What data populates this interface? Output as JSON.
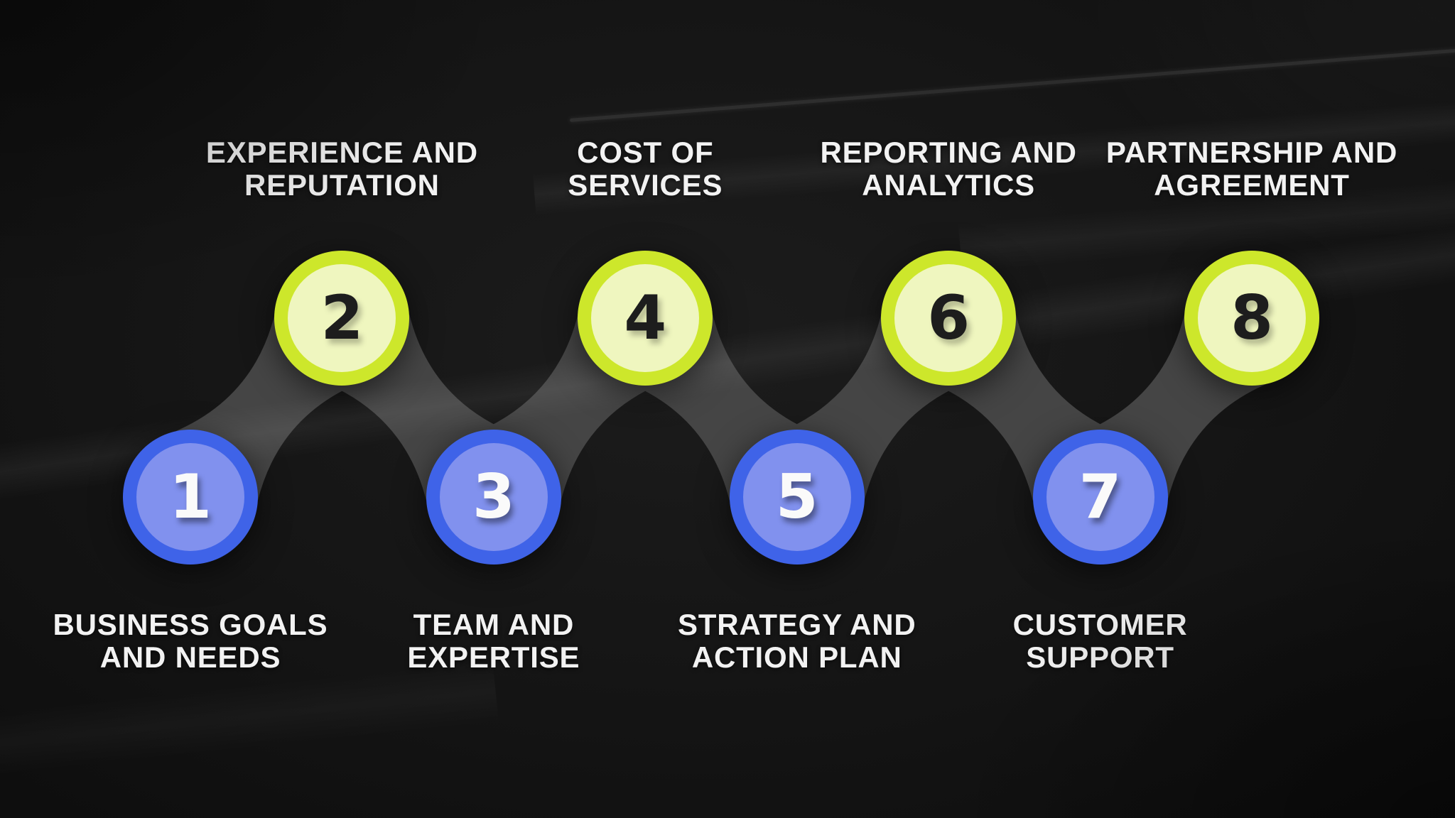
{
  "diagram": {
    "steps": [
      {
        "number": "1",
        "label": "BUSINESS GOALS\nAND NEEDS",
        "row": "bottom",
        "variant": "blue"
      },
      {
        "number": "2",
        "label": "EXPERIENCE AND\nREPUTATION",
        "row": "top",
        "variant": "yellow"
      },
      {
        "number": "3",
        "label": "TEAM AND\nEXPERTISE",
        "row": "bottom",
        "variant": "blue"
      },
      {
        "number": "4",
        "label": "COST OF\nSERVICES",
        "row": "top",
        "variant": "yellow"
      },
      {
        "number": "5",
        "label": "STRATEGY AND\nACTION PLAN",
        "row": "bottom",
        "variant": "blue"
      },
      {
        "number": "6",
        "label": "REPORTING AND\nANALYTICS",
        "row": "top",
        "variant": "yellow"
      },
      {
        "number": "7",
        "label": "CUSTOMER\nSUPPORT",
        "row": "bottom",
        "variant": "blue"
      },
      {
        "number": "8",
        "label": "PARTNERSHIP AND\nAGREEMENT",
        "row": "top",
        "variant": "yellow"
      }
    ],
    "palette": {
      "background": "#141414",
      "connector": "#454545",
      "blue_outer": "#3f63e8",
      "blue_inner": "#8191ee",
      "yellow_outer": "#cde72b",
      "yellow_inner": "#eff6bf",
      "number_on_blue": "#fafafa",
      "number_on_yellow": "#1d1d1d",
      "label_color": "#f2f2f2"
    }
  }
}
